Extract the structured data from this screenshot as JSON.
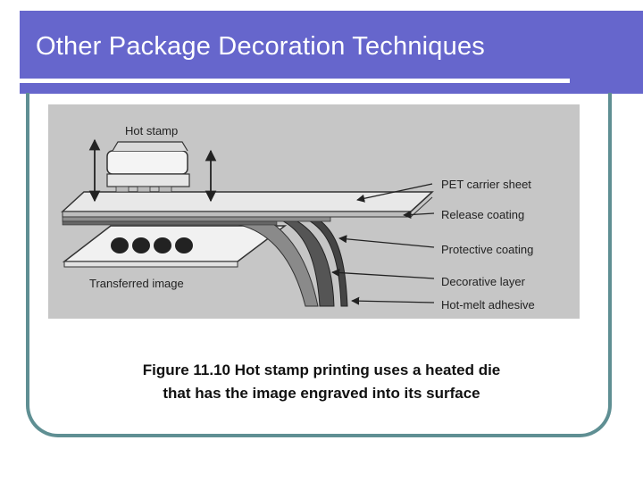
{
  "slide": {
    "title": "Other Package Decoration Techniques"
  },
  "diagram": {
    "labels": {
      "hot_stamp": "Hot stamp",
      "pet_carrier_sheet": "PET carrier sheet",
      "release_coating": "Release coating",
      "protective_coating": "Protective coating",
      "decorative_layer": "Decorative layer",
      "hot_melt_adhesive": "Hot-melt adhesive",
      "transferred_image": "Transferred image"
    }
  },
  "caption": {
    "line1": "Figure 11.10  Hot stamp printing uses a heated die",
    "line2": "that has the image engraved into its surface"
  },
  "colors": {
    "title_bar": "#6666cc",
    "frame": "#5f8f93",
    "figure_background": "#c6c6c6"
  }
}
